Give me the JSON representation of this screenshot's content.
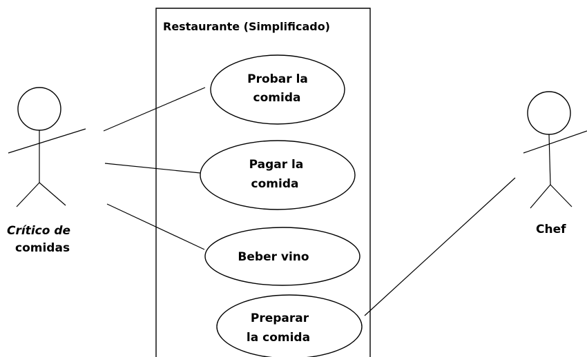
{
  "system": {
    "title": "Restaurante (Simplificado)"
  },
  "actors": {
    "critic": {
      "line1": "Crítico de",
      "line2": "comidas"
    },
    "chef": {
      "name": "Chef"
    }
  },
  "use_cases": {
    "probar": {
      "line1": "Probar la",
      "line2": "comida"
    },
    "pagar": {
      "line1": "Pagar la",
      "line2": "comida"
    },
    "beber": {
      "line1": "Beber vino"
    },
    "preparar": {
      "line1": "Preparar",
      "line2": "la comida"
    }
  },
  "colors": {
    "stroke": "#000000",
    "background": "#ffffff"
  }
}
